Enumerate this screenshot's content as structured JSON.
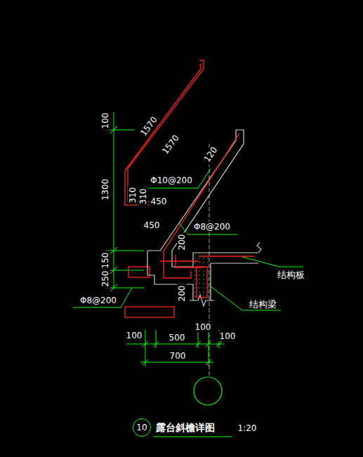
{
  "diagram": {
    "title": "露台斜檐详图",
    "nodes": [
      {
        "text": [
          "10"
        ]
      }
    ],
    "labels": [
      "100",
      "1300",
      "150",
      "250",
      "1570",
      "1570",
      "120",
      "Φ10@200",
      "310",
      "310",
      "450",
      "450",
      "Φ8@200",
      "200",
      "结构板",
      "200",
      "结构梁",
      "Φ8@200",
      "100",
      "500",
      "100",
      "100",
      "700",
      "1:20"
    ]
  }
}
